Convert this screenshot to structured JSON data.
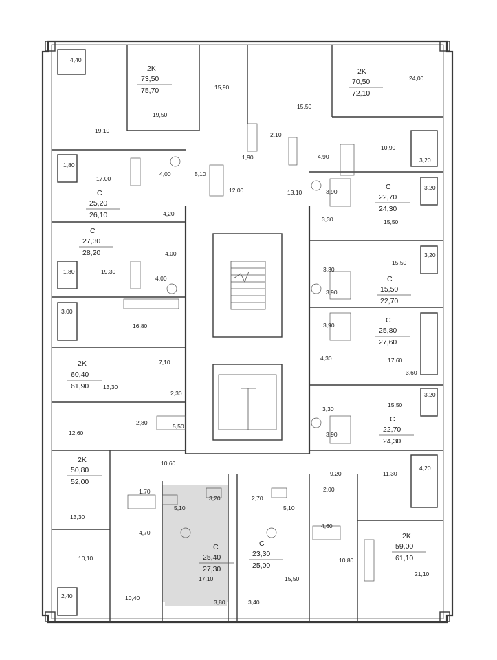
{
  "units": [
    {
      "type": "2K",
      "area": "73,50",
      "total": "75,70"
    },
    {
      "type": "2K",
      "area": "70,50",
      "total": "72,10"
    },
    {
      "type": "C",
      "area": "25,20",
      "total": "26,10"
    },
    {
      "type": "C",
      "area": "22,70",
      "total": "24,30"
    },
    {
      "type": "C",
      "area": "27,30",
      "total": "28,20"
    },
    {
      "type": "C",
      "area": "15,50",
      "total": "22,70"
    },
    {
      "type": "C",
      "area": "25,80",
      "total": "27,60"
    },
    {
      "type": "2K",
      "area": "60,40",
      "total": "61,90"
    },
    {
      "type": "C",
      "area": "22,70",
      "total": "24,30"
    },
    {
      "type": "2K",
      "area": "50,80",
      "total": "52,00"
    },
    {
      "type": "C",
      "area": "25,40",
      "total": "27,30"
    },
    {
      "type": "C",
      "area": "23,30",
      "total": "25,00"
    },
    {
      "type": "2K",
      "area": "59,00",
      "total": "61,10"
    }
  ],
  "rooms": [
    "4,40",
    "19,50",
    "15,90",
    "15,50",
    "24,00",
    "19,10",
    "2,10",
    "10,90",
    "3,20",
    "1,80",
    "17,00",
    "4,00",
    "5,10",
    "1,90",
    "12,00",
    "13,10",
    "4,90",
    "3,90",
    "3,20",
    "4,20",
    "3,30",
    "15,50",
    "4,00",
    "3,30",
    "15,50",
    "3,20",
    "1,80",
    "19,30",
    "4,00",
    "3,90",
    "3,00",
    "16,80",
    "3,90",
    "7,10",
    "4,30",
    "17,60",
    "3,60",
    "13,30",
    "2,30",
    "15,50",
    "3,20",
    "2,80",
    "5,50",
    "3,30",
    "12,60",
    "3,90",
    "10,60",
    "9,20",
    "11,30",
    "4,20",
    "1,70",
    "3,20",
    "2,70",
    "5,10",
    "2,00",
    "13,30",
    "5,10",
    "4,70",
    "4,60",
    "10,10",
    "10,80",
    "17,10",
    "15,50",
    "21,10",
    "2,40",
    "10,40",
    "3,80",
    "3,40"
  ],
  "colors": {
    "line": "#3a3a3a",
    "highlight": "#dcdcdc",
    "background": "#ffffff"
  }
}
